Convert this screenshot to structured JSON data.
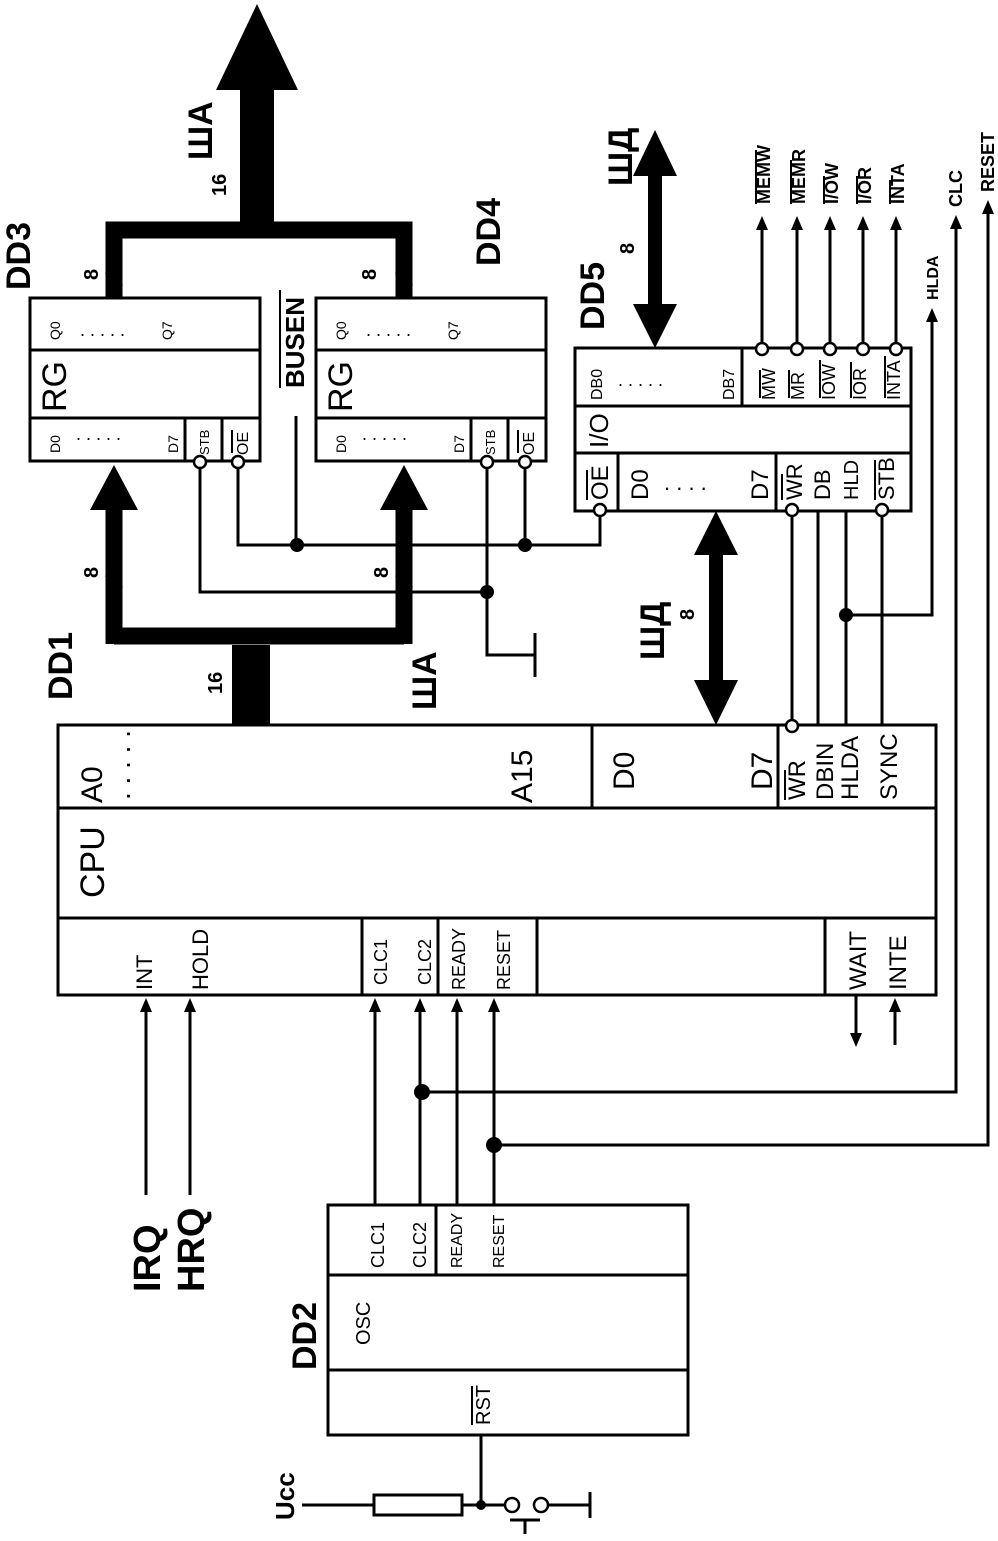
{
  "chips": {
    "dd1": {
      "ref": "DD1",
      "name": "CPU",
      "pins_top": {
        "a_first": "A0",
        "a_last": "A15",
        "d_first": "D0",
        "d_last": "D7",
        "wr": "WR",
        "dbin": "DBIN",
        "hlda": "HLDA",
        "sync": "SYNC"
      },
      "pins_bottom": {
        "int": "INT",
        "hold": "HOLD",
        "clc1": "CLC1",
        "clc2": "CLC2",
        "ready": "READY",
        "reset": "RESET",
        "wait": "WAIT",
        "inte": "INTE"
      }
    },
    "dd2": {
      "ref": "DD2",
      "name": "OSC",
      "pins": {
        "clc1": "CLC1",
        "clc2": "CLC2",
        "ready": "READY",
        "reset": "RESET",
        "rst": "RST"
      }
    },
    "dd3": {
      "ref": "DD3",
      "name": "RG",
      "pins": {
        "q0": "Q0",
        "q7": "Q7",
        "d0": "D0",
        "d7": "D7",
        "stb": "STB",
        "oe": "OE"
      }
    },
    "dd4": {
      "ref": "DD4",
      "name": "RG",
      "pins": {
        "q0": "Q0",
        "q7": "Q7",
        "d0": "D0",
        "d7": "D7",
        "stb": "STB",
        "oe": "OE"
      }
    },
    "dd5": {
      "ref": "DD5",
      "name": "I/O",
      "pins": {
        "db0": "DB0",
        "db7": "DB7",
        "mw": "MW",
        "mr": "MR",
        "iow": "IOW",
        "ior": "IOR",
        "inta": "INTA",
        "oe": "OE",
        "d0": "D0",
        "d7": "D7",
        "wr": "WR",
        "db": "DB",
        "hld": "HLD",
        "stb": "STB"
      }
    }
  },
  "buses": {
    "address_label": "ША",
    "data_label": "ШД",
    "width_16": "16",
    "width_8": "8"
  },
  "signals": {
    "busen": "BUSEN",
    "irq": "IRQ",
    "hrq": "HRQ",
    "ucc": "Ucc",
    "outputs": [
      "MEMW",
      "MEMR",
      "I/OW",
      "I/OR",
      "INTA",
      "HLDA",
      "CLC",
      "RESET"
    ]
  },
  "dots": ". . . . ."
}
